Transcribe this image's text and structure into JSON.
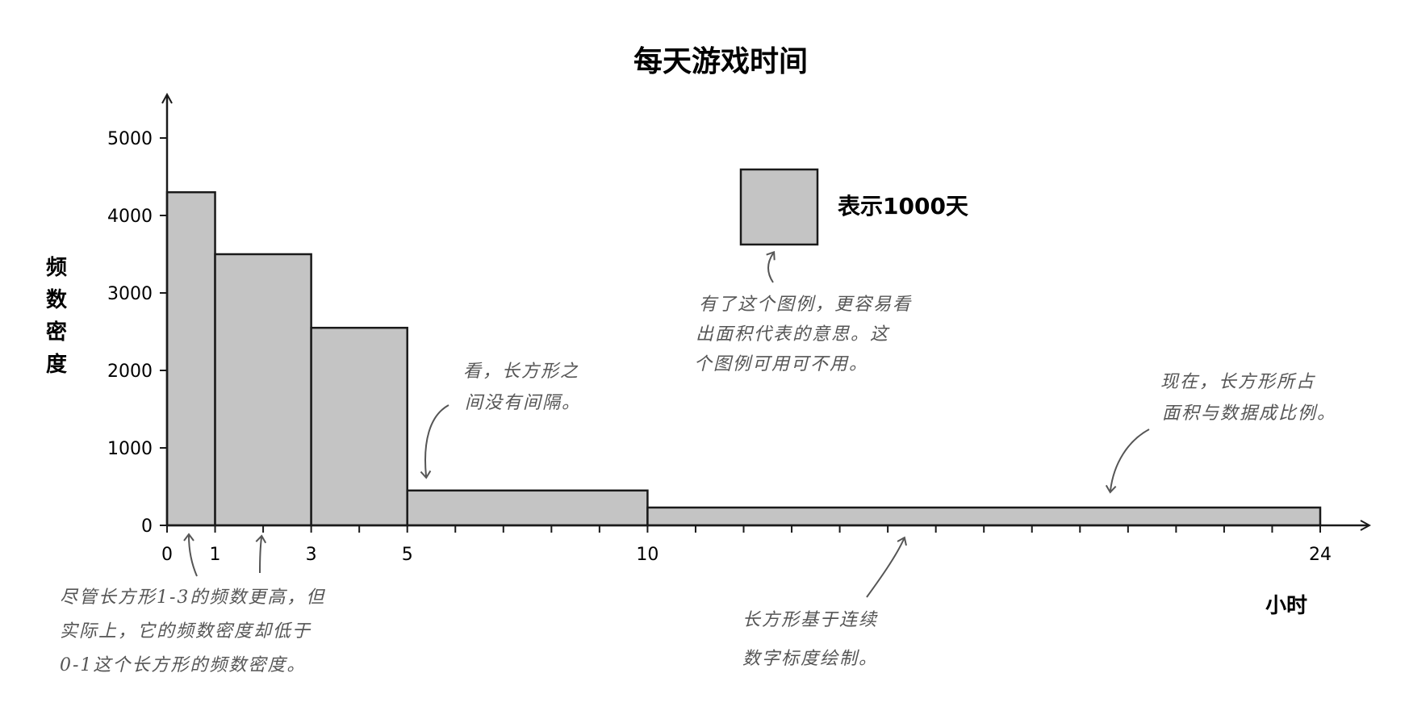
{
  "chart_data": {
    "type": "bar",
    "title": "每天游戏时间",
    "xlabel": "小时",
    "ylabel": "频数密度",
    "x_ticks": [
      0,
      1,
      3,
      5,
      10,
      24
    ],
    "y_ticks": [
      0,
      1000,
      2000,
      3000,
      4000,
      5000
    ],
    "xlim": [
      0,
      24
    ],
    "ylim": [
      0,
      5000
    ],
    "bins": [
      {
        "x0": 0,
        "x1": 1,
        "value": 4300
      },
      {
        "x0": 1,
        "x1": 3,
        "value": 3500
      },
      {
        "x0": 3,
        "x1": 5,
        "value": 2550
      },
      {
        "x0": 5,
        "x1": 10,
        "value": 450
      },
      {
        "x0": 10,
        "x1": 24,
        "value": 230
      }
    ],
    "legend": {
      "label": "表示1000天"
    },
    "colors": {
      "bar": "#c4c4c4",
      "stroke": "#1a1a1a",
      "note": "#555555"
    }
  },
  "annotations": {
    "legend_note": [
      "有了这个图例，更容易看",
      "出面积代表的意思。这",
      "个图例可用可不用。"
    ],
    "gap_note": [
      "看，长方形之",
      "间没有间隔。"
    ],
    "area_note": [
      "现在，长方形所占",
      "面积与数据成比例。"
    ],
    "density_note": [
      "尽管长方形1-3的频数更高，但",
      "实际上，它的频数密度却低于",
      "0-1这个长方形的频数密度。"
    ],
    "scale_note": [
      "长方形基于连续",
      "数字标度绘制。"
    ]
  }
}
